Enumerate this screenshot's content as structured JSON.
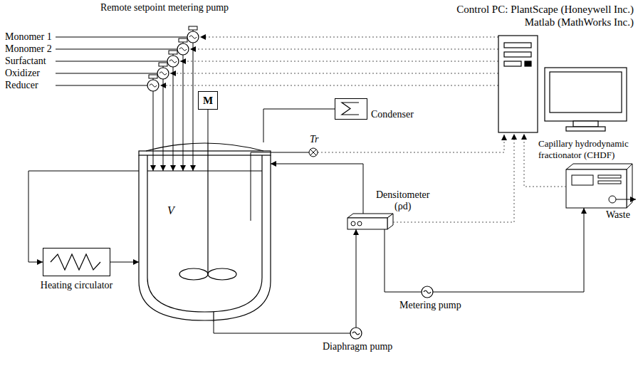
{
  "diagram": {
    "nodes": [
      {
        "text": [
          "Control PC: PlantScape (Honeywell Inc.) Matlab (MathWorks Inc.)"
        ]
      },
      {
        "text": [
          "M"
        ]
      },
      {
        "text": [
          "Condenser"
        ]
      },
      {
        "text": [
          "V"
        ]
      },
      {
        "text": [
          "Heating circulator"
        ]
      },
      {
        "text": [
          "Densitometer",
          "(ρd)"
        ]
      },
      {
        "text": [
          "Capillary hydrodynamic fractionator (CHDF)"
        ]
      }
    ],
    "edges": [
      {
        "from": 3,
        "to": 4,
        "arrow": "to"
      },
      {
        "from": 4,
        "to": 3,
        "arrow": "to"
      },
      {
        "from": 2,
        "to": 3,
        "arrow": "none"
      },
      {
        "from": 1,
        "to": 3,
        "arrow": "none"
      },
      {
        "from": 3,
        "to": 5,
        "arrow": "to"
      },
      {
        "from": 5,
        "to": 3,
        "arrow": "to"
      },
      {
        "from": 5,
        "to": 6,
        "arrow": "to"
      },
      {
        "from": 5,
        "to": 0,
        "arrow": "to"
      },
      {
        "from": 6,
        "to": 0,
        "arrow": "to"
      }
    ],
    "labels": [
      "Remote setpoint metering pump",
      "Monomer 1",
      "Monomer 2",
      "Surfactant",
      "Oxidizer",
      "Reducer",
      "Tr",
      "Metering pump",
      "Diaphragm pump",
      "Waste"
    ]
  }
}
